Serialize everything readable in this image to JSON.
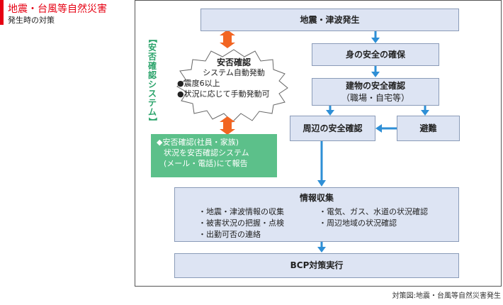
{
  "header": {
    "title": "地震・台風等自然災害",
    "subtitle": "発生時の対策"
  },
  "flow": {
    "start": "地震・津波発生",
    "self_safety": "身の安全の確保",
    "building_check": "建物の安全確認",
    "building_check_note": "（職場・自宅等）",
    "surroundings_check": "周辺の安全確認",
    "evacuation": "避難",
    "info_collection": {
      "title": "情報収集",
      "items_left": [
        "・地震・津波情報の収集",
        "・被害状況の把握・点検",
        "・出勤可否の連絡"
      ],
      "items_right": [
        "・電気、ガス、水道の状況確認",
        "・周辺地域の状況確認"
      ]
    },
    "bcp": "BCP対策実行"
  },
  "safety_system": {
    "label_chars": [
      "【",
      "安",
      "否",
      "確",
      "認",
      "シ",
      "ス",
      "テ",
      "ム",
      "】"
    ],
    "cloud_title": "安否確認",
    "cloud_line1": "システム自動発動",
    "cloud_line2": "●震度6以上",
    "cloud_line3": "●状況に応じて手動発動可",
    "report_line1": "◆安否確認(社員・家族)",
    "report_line2": "状況を安否確認システム",
    "report_line3": "(メール・電話)にて報告"
  },
  "caption": "対策図:地震・台風等自然災害発生",
  "colors": {
    "title_red": "#e60012",
    "box_fill": "#dde4f3",
    "box_border": "#8a9bb8",
    "arrow_blue": "#2e8fd6",
    "arrow_orange": "#f26522",
    "system_green": "#2aa36a",
    "report_green": "#5cc08a"
  }
}
